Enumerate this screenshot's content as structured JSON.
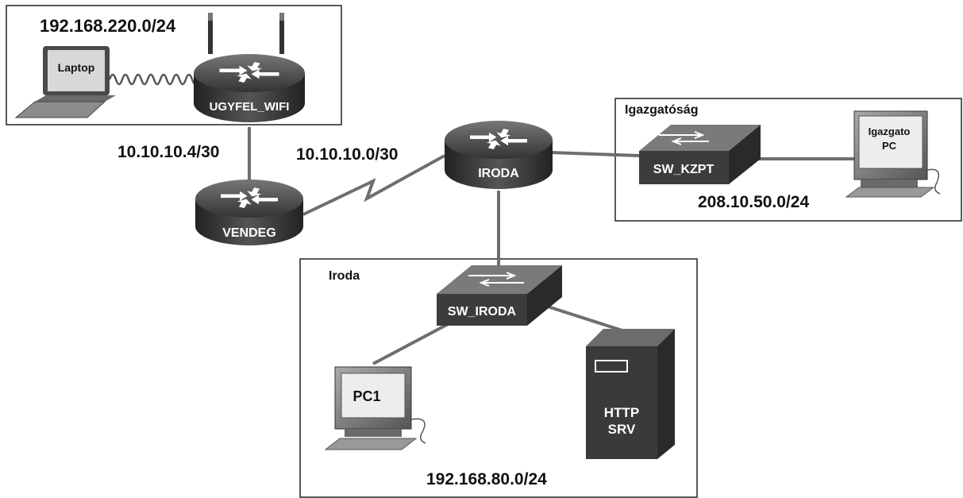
{
  "colors": {
    "device_dark": "#2f2f2f",
    "device_mid": "#555555",
    "device_light": "#8a8a8a",
    "link": "#6e6e6e",
    "text": "#111111",
    "device_text": "#ffffff"
  },
  "areas": {
    "wifi": {
      "network": "192.168.220.0/24"
    },
    "igazgatosag": {
      "title": "Igazgatóság",
      "network": "208.10.50.0/24"
    },
    "iroda": {
      "title": "Iroda",
      "network": "192.168.80.0/24"
    }
  },
  "links": {
    "wifi_vendeg": "10.10.10.4/30",
    "vendeg_iroda": "10.10.10.0/30"
  },
  "devices": {
    "laptop": {
      "label": "Laptop",
      "icon": "laptop-icon"
    },
    "ugyfel_wifi": {
      "label": "UGYFEL_WIFI",
      "icon": "wireless-router-icon"
    },
    "vendeg": {
      "label": "VENDEG",
      "icon": "router-icon"
    },
    "iroda": {
      "label": "IRODA",
      "icon": "router-icon"
    },
    "sw_kzpt": {
      "label": "SW_KZPT",
      "icon": "switch-icon"
    },
    "igazgato_pc": {
      "label_line1": "Igazgato",
      "label_line2": "PC",
      "icon": "pc-icon"
    },
    "sw_iroda": {
      "label": "SW_IRODA",
      "icon": "switch-icon"
    },
    "pc1": {
      "label": "PC1",
      "icon": "pc-icon"
    },
    "http_srv": {
      "label_line1": "HTTP",
      "label_line2": "SRV",
      "icon": "server-icon"
    }
  }
}
